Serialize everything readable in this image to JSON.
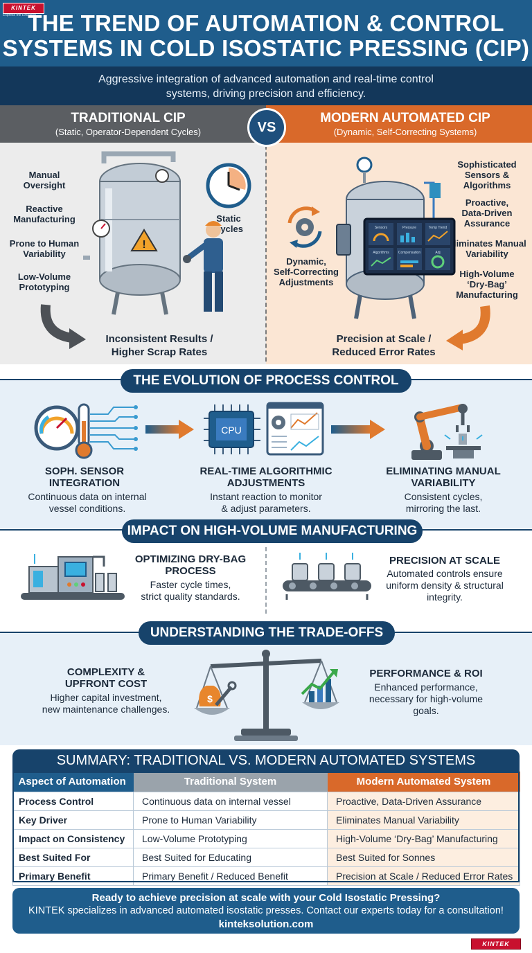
{
  "brand": {
    "logo_text": "KINTEK",
    "logo_tagline": "Express the Excelling"
  },
  "header": {
    "title_line1": "THE TREND OF AUTOMATION & CONTROL",
    "title_line2": "SYSTEMS IN COLD ISOSTATIC PRESSING (CIP)",
    "subtitle_line1": "Aggressive integration of advanced automation and real-time control",
    "subtitle_line2": "systems, driving precision and efficiency."
  },
  "comparison": {
    "vs": "VS",
    "traditional": {
      "title": "TRADITIONAL CIP",
      "subtitle": "(Static, Operator-Dependent Cycles)",
      "labels": [
        {
          "l1": "Manual",
          "l2": "Oversight"
        },
        {
          "l1": "Reactive",
          "l2": "Manufacturing"
        },
        {
          "l1": "Prone to Human",
          "l2": "Variability"
        },
        {
          "l1": "Low-Volume",
          "l2": "Prototyping"
        }
      ],
      "clock_label": {
        "l1": "Static",
        "l2": "Cycles"
      },
      "result": {
        "l1": "Inconsistent Results /",
        "l2": "Higher Scrap Rates"
      }
    },
    "modern": {
      "title": "MODERN AUTOMATED CIP",
      "subtitle": "(Dynamic, Self-Correcting Systems)",
      "labels": [
        {
          "l1": "Sophisticated",
          "l2": "Sensors &",
          "l3": "Algorithms"
        },
        {
          "l1": "Proactive,",
          "l2": "Data-Driven",
          "l3": "Assurance"
        },
        {
          "l1": "Eliminates Manual",
          "l2": "Variability"
        },
        {
          "l1": "High-Volume",
          "l2": "‘Dry-Bag’",
          "l3": "Manufacturing"
        }
      ],
      "gear_label": {
        "l1": "Dynamic,",
        "l2": "Self-Correcting",
        "l3": "Adjustments"
      },
      "screen_text": [
        "Sensors",
        "Pressure",
        "Temp Trend",
        "Algorithms",
        "Compensation",
        "Adj"
      ],
      "result": {
        "l1": "Precision at Scale /",
        "l2": "Reduced Error Rates"
      }
    }
  },
  "evolution": {
    "title": "THE EVOLUTION OF PROCESS CONTROL",
    "cpu_label": "CPU",
    "steps": [
      {
        "title_l1": "SOPH. SENSOR",
        "title_l2": "INTEGRATION",
        "desc_l1": "Continuous data on internal",
        "desc_l2": "vessel conditions."
      },
      {
        "title_l1": "REAL-TIME ALGORITHMIC",
        "title_l2": "ADJUSTMENTS",
        "desc_l1": "Instant reaction to monitor",
        "desc_l2": "& adjust parameters."
      },
      {
        "title_l1": "ELIMINATING MANUAL",
        "title_l2": "VARIABILITY",
        "desc_l1": "Consistent cycles,",
        "desc_l2": "mirroring the last."
      }
    ]
  },
  "impact": {
    "title": "IMPACT ON HIGH-VOLUME MANUFACTURING",
    "items": [
      {
        "title_l1": "OPTIMIZING DRY-BAG",
        "title_l2": "PROCESS",
        "desc_l1": "Faster cycle times,",
        "desc_l2": "strict quality standards."
      },
      {
        "title_l1": "PRECISION AT SCALE",
        "desc_l1": "Automated controls ensure",
        "desc_l2": "uniform density & structural",
        "desc_l3": "integrity."
      }
    ]
  },
  "tradeoffs": {
    "title": "UNDERSTANDING THE TRADE-OFFS",
    "left": {
      "title_l1": "COMPLEXITY &",
      "title_l2": "UPFRONT COST",
      "desc_l1": "Higher capital investment,",
      "desc_l2": "new maintenance challenges."
    },
    "right": {
      "title_l1": "PERFORMANCE & ROI",
      "desc_l1": "Enhanced performance,",
      "desc_l2": "necessary for high-volume",
      "desc_l3": "goals."
    }
  },
  "summary": {
    "title": "SUMMARY: TRADITIONAL VS. MODERN AUTOMATED SYSTEMS",
    "headers": [
      "Aspect of Automation",
      "Traditional System",
      "Modern Automated System"
    ],
    "rows": [
      [
        "Process Control",
        "Continuous data on internal vessel",
        "Proactive, Data-Driven Assurance"
      ],
      [
        "Key Driver",
        "Prone to Human Variability",
        "Eliminates Manual Variability"
      ],
      [
        "Impact on Consistency",
        "Low-Volume Prototyping",
        "High-Volume ‘Dry-Bag’ Manufacturing"
      ],
      [
        "Best Suited For",
        "Best Suited for Educating",
        "Best Suited for Sonnes"
      ],
      [
        "Primary Benefit",
        "Primary Benefit / Reduced Benefit",
        "Precision at Scale / Reduced Error Rates"
      ]
    ]
  },
  "cta": {
    "line1": "Ready to achieve precision at scale with your Cold Isostatic Pressing?",
    "line2": "KINTEK specializes in advanced automated isostatic presses. Contact our experts today for a consultation!",
    "line3": "kinteksolution.com"
  },
  "colors": {
    "primary_blue": "#1f5d8c",
    "navy": "#17436b",
    "accent_orange": "#d9692a",
    "traditional_gray": "#5b5e62",
    "brand_red": "#c8102e"
  }
}
